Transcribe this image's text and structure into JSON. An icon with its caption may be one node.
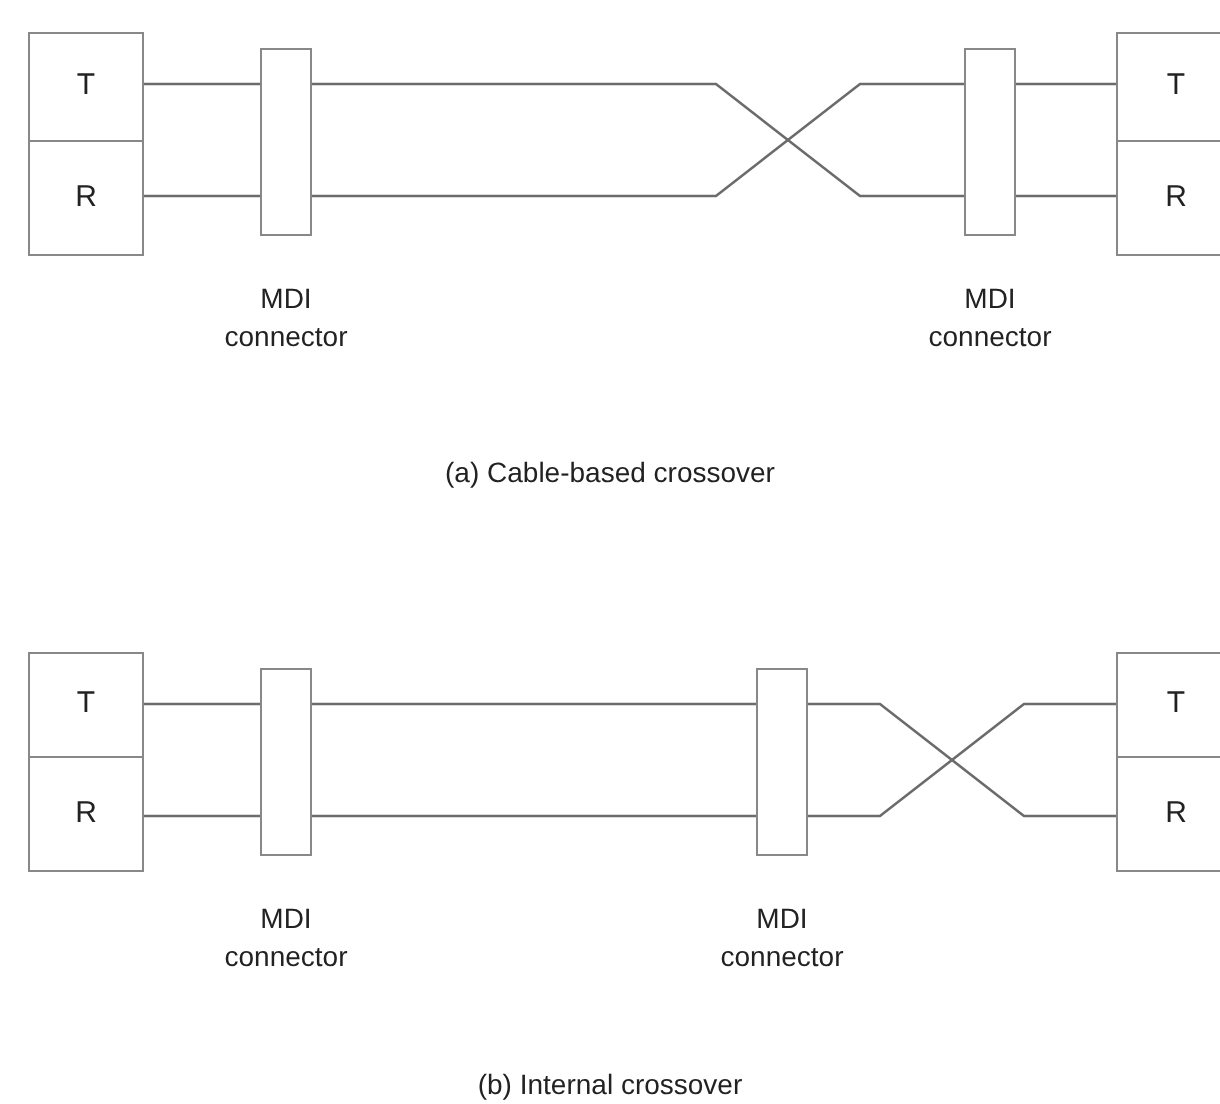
{
  "diagram": {
    "nodes": [
      {
        "text": [
          "T"
        ]
      },
      {
        "text": [
          "R"
        ]
      },
      {
        "text": [],
        "shape": "box",
        "beside": [
          "MDI connector"
        ]
      },
      {
        "text": [],
        "shape": "box",
        "beside": [
          "MDI connector"
        ]
      },
      {
        "text": [
          "T"
        ]
      },
      {
        "text": [
          "R"
        ]
      },
      {
        "text": [
          "T"
        ]
      },
      {
        "text": [
          "R"
        ]
      },
      {
        "text": [],
        "shape": "box",
        "beside": [
          "MDI connector"
        ]
      },
      {
        "text": [],
        "shape": "box",
        "beside": [
          "MDI connector"
        ]
      },
      {
        "text": [
          "T"
        ]
      },
      {
        "text": [
          "R"
        ]
      }
    ],
    "edges": [
      {
        "from": 0,
        "to": 2,
        "arrow": "none"
      },
      {
        "from": 1,
        "to": 2,
        "arrow": "none"
      },
      {
        "from": 2,
        "to": 3,
        "arrow": "none"
      },
      {
        "from": 2,
        "to": 3,
        "arrow": "none"
      },
      {
        "from": 3,
        "to": 4,
        "arrow": "none"
      },
      {
        "from": 3,
        "to": 5,
        "arrow": "none"
      },
      {
        "from": 6,
        "to": 8,
        "arrow": "none"
      },
      {
        "from": 7,
        "to": 8,
        "arrow": "none"
      },
      {
        "from": 8,
        "to": 9,
        "arrow": "none"
      },
      {
        "from": 9,
        "to": 11,
        "arrow": "none"
      },
      {
        "from": 9,
        "to": 10,
        "arrow": "none"
      },
      {
        "from": 8,
        "to": 9,
        "arrow": "none"
      }
    ],
    "labels": [
      "(a) Cable-based crossover",
      "(b) Internal crossover"
    ]
  }
}
